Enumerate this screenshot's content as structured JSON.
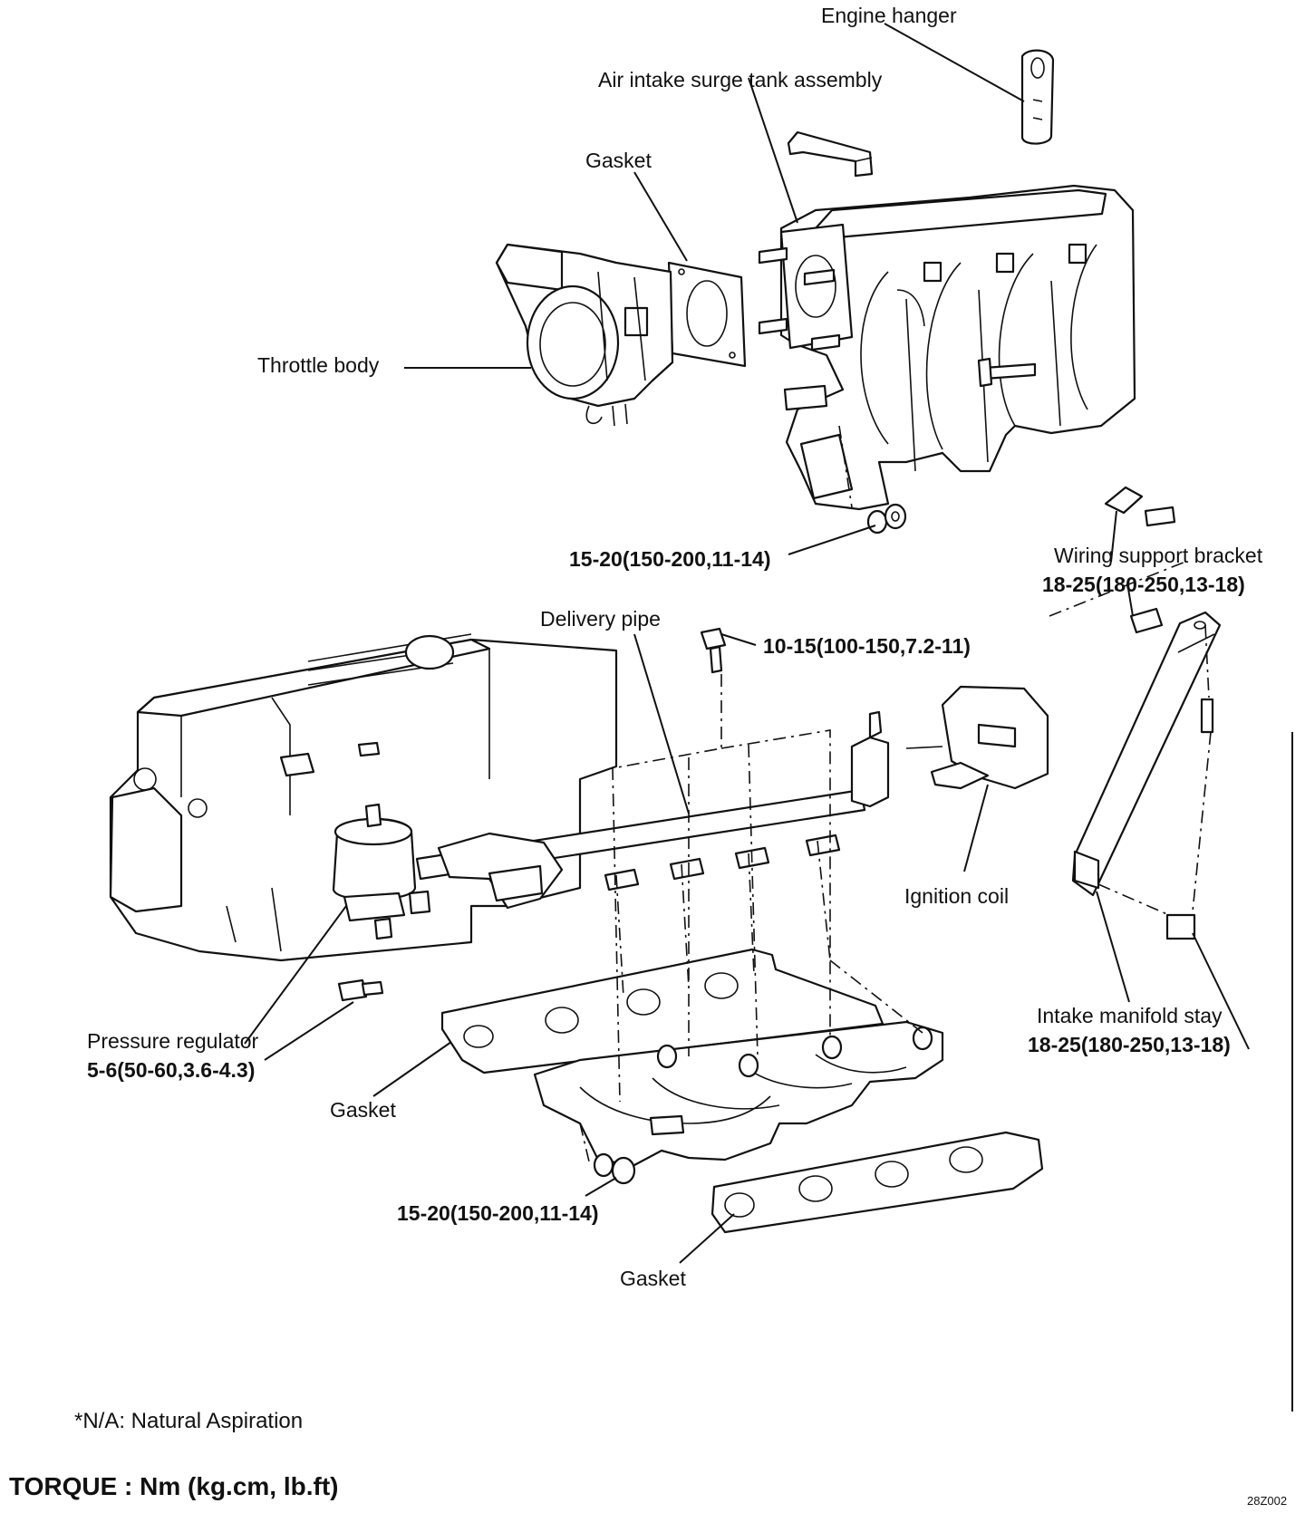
{
  "labels": {
    "engine_hanger": "Engine hanger",
    "surge_tank": "Air intake surge tank assembly",
    "gasket_top": "Gasket",
    "throttle_body": "Throttle body",
    "torque_surge_nut": "15-20(150-200,11-14)",
    "wiring_bracket": "Wiring support bracket",
    "torque_wiring_bracket": "18-25(180-250,13-18)",
    "delivery_pipe": "Delivery pipe",
    "torque_delivery_pipe": "10-15(100-150,7.2-11)",
    "ignition_coil": "Ignition coil",
    "pressure_regulator": "Pressure regulator",
    "torque_pressure_regulator": "5-6(50-60,3.6-4.3)",
    "gasket_middle": "Gasket",
    "intake_manifold_stay": "Intake manifold stay",
    "torque_manifold_stay": "18-25(180-250,13-18)",
    "torque_manifold_nut": "15-20(150-200,11-14)",
    "gasket_bottom": "Gasket"
  },
  "footer": {
    "note": "*N/A: Natural Aspiration",
    "torque_units": "TORQUE : Nm (kg.cm, lb.ft)",
    "figure_code": "28Z002"
  }
}
